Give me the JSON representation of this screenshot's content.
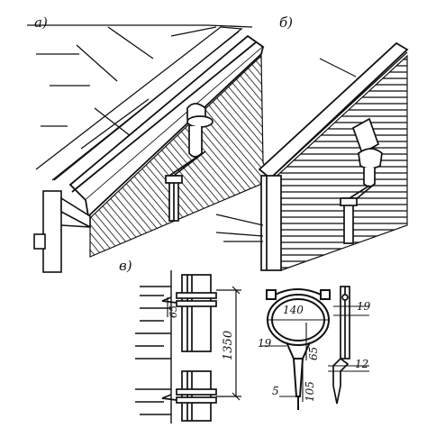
{
  "panels": {
    "a": {
      "label": "а)"
    },
    "b": {
      "label": "б)"
    },
    "v": {
      "label": "в)"
    }
  },
  "dimensions": {
    "clamp_spacing": "1350",
    "wall_offset": "65",
    "ring_diameter": "140",
    "band_width_right": "19",
    "band_width_left": "19",
    "hook_drop": "65",
    "hook_thickness": "12",
    "spike_length": "105",
    "spike_width": "5"
  },
  "colors": {
    "ink": "#111111",
    "paper": "#ffffff"
  }
}
